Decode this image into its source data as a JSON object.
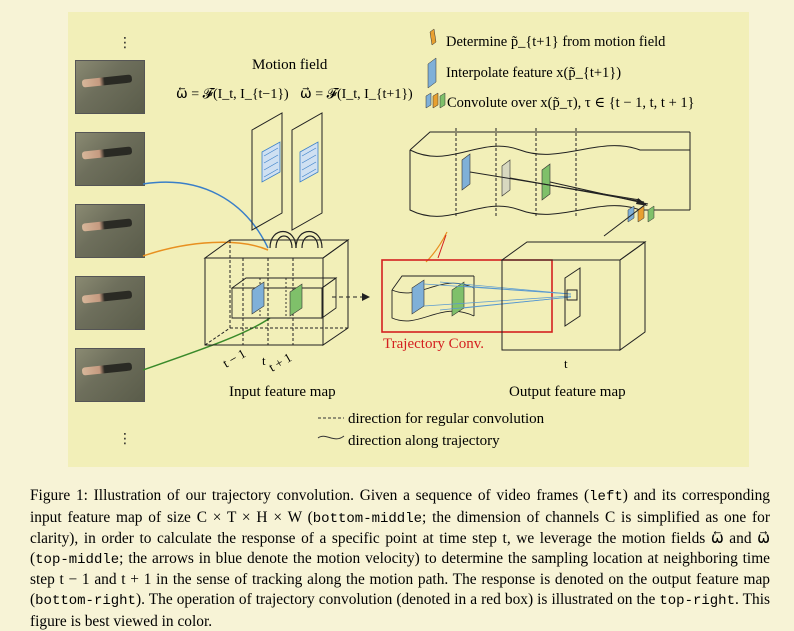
{
  "legend": {
    "determine": "Determine p̃_{t+1} from motion field",
    "interpolate": "Interpolate feature x(p̃_{t+1})",
    "convolve": "Convolute over x(p̃_τ), τ ∈ {t − 1, t, t + 1}"
  },
  "labels": {
    "motion_field": "Motion field",
    "motion_eq_back": "ω⃖ = 𝓕(I_t, I_{t−1})",
    "motion_eq_fwd": "ω⃗ = 𝓕(I_t, I_{t+1})",
    "trajectory_conv": "Trajectory Conv.",
    "input_map": "Input feature map",
    "output_map": "Output feature map",
    "t_minus_1": "t − 1",
    "t_label": "t",
    "t_plus_1": "t + 1",
    "t_output": "t",
    "regular_conv": "direction for regular convolution",
    "along_traj": "direction along trajectory",
    "ellipsis": "⋮"
  },
  "caption": {
    "segments": [
      {
        "text": "Figure 1:   Illustration of our trajectory convolution.  Given a sequence of video frames (",
        "mono": false
      },
      {
        "text": "left",
        "mono": true
      },
      {
        "text": ") and its corresponding input feature map of size C × T × H × W (",
        "mono": false
      },
      {
        "text": "bottom-middle",
        "mono": true
      },
      {
        "text": "; the dimension of channels C is simplified as one for clarity), in order to calculate the response of a specific point at time step t, we leverage the motion fields ω⃖ and ω⃗ (",
        "mono": false
      },
      {
        "text": "top-middle",
        "mono": true
      },
      {
        "text": "; the arrows in blue denote the motion velocity) to determine the sampling location at neighboring time step t − 1 and t + 1 in the sense of tracking along the motion path. The response is denoted on the output feature map (",
        "mono": false
      },
      {
        "text": "bottom-right",
        "mono": true
      },
      {
        "text": "). The operation of trajectory convolution (denoted in a red box) is illustrated on the ",
        "mono": false
      },
      {
        "text": "top-right",
        "mono": true
      },
      {
        "text": ". This figure is best viewed in color.",
        "mono": false
      }
    ]
  },
  "colors": {
    "panel_bg": "#f2efb8",
    "page_bg": "#f7f3d6",
    "blue_slice": "#7fb0d8",
    "green_slice": "#7fc06a",
    "red_box": "#d42020",
    "orange_curve": "#e89020",
    "blue_curve": "#3a7fc8",
    "green_curve": "#3a8a2a",
    "traj_lines": "#5a9ad0"
  }
}
